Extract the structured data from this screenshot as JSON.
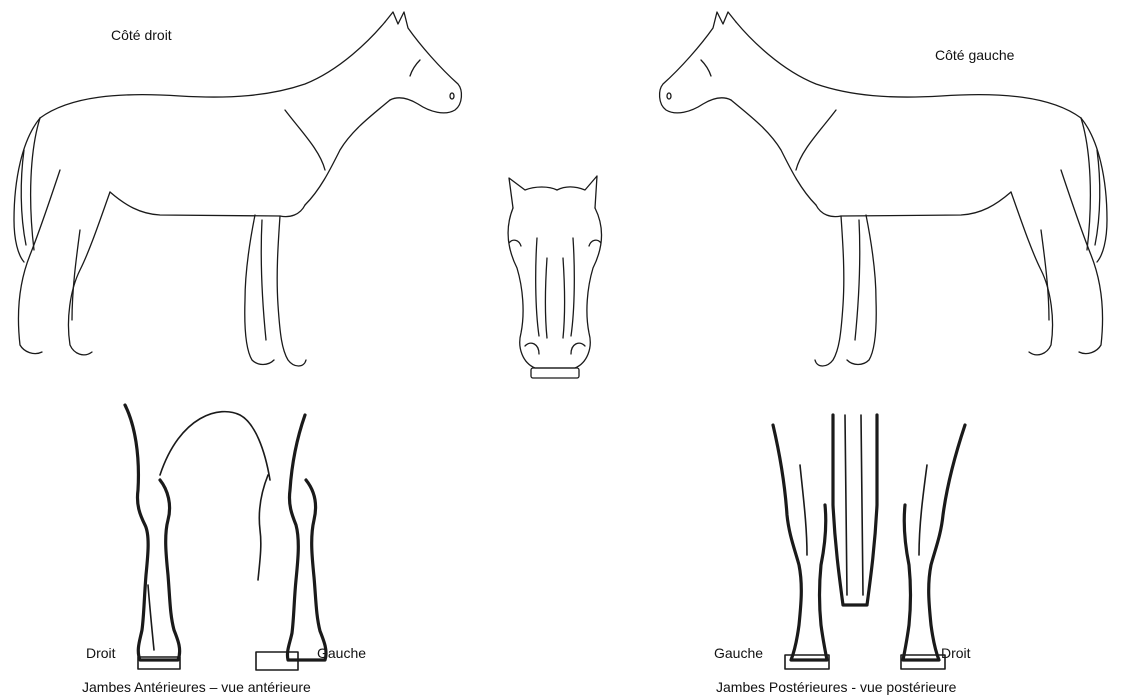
{
  "labels": {
    "right_side": "Côté droit",
    "left_side": "Côté gauche",
    "front_legs_caption": "Jambes Antérieures – vue antérieure",
    "hind_legs_caption": "Jambes Postérieures - vue postérieure",
    "front_right": "Droit",
    "front_left": "Gauche",
    "hind_left": "Gauche",
    "hind_right": "Droit"
  },
  "figures": {
    "right_side_horse": "horse-right-side-outline",
    "left_side_horse": "horse-left-side-outline",
    "head_front": "horse-head-front-outline",
    "front_legs": "horse-front-legs-anterior-view",
    "hind_legs": "horse-hind-legs-posterior-view"
  },
  "colors": {
    "line": "#1a1a1a",
    "background": "#ffffff"
  }
}
